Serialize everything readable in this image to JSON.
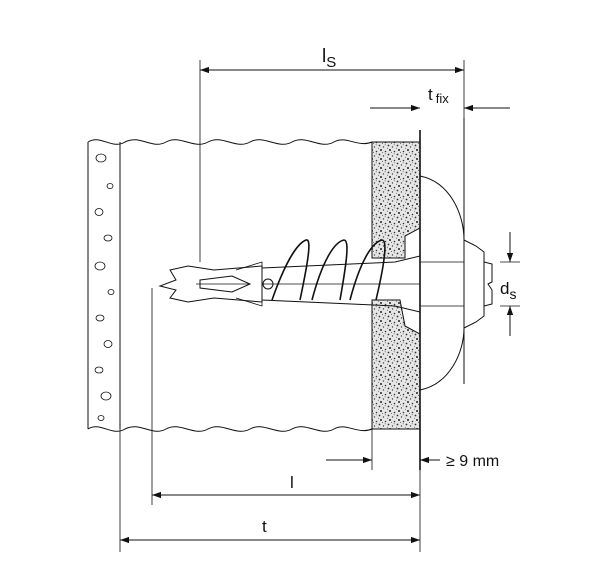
{
  "labels": {
    "ls_main": "l",
    "ls_sub": "S",
    "tfix_main": "t",
    "tfix_sub": "fix",
    "ds_main": "d",
    "ds_sub": "s",
    "min_depth": "≥ 9 mm",
    "l": "l",
    "t": "t"
  }
}
